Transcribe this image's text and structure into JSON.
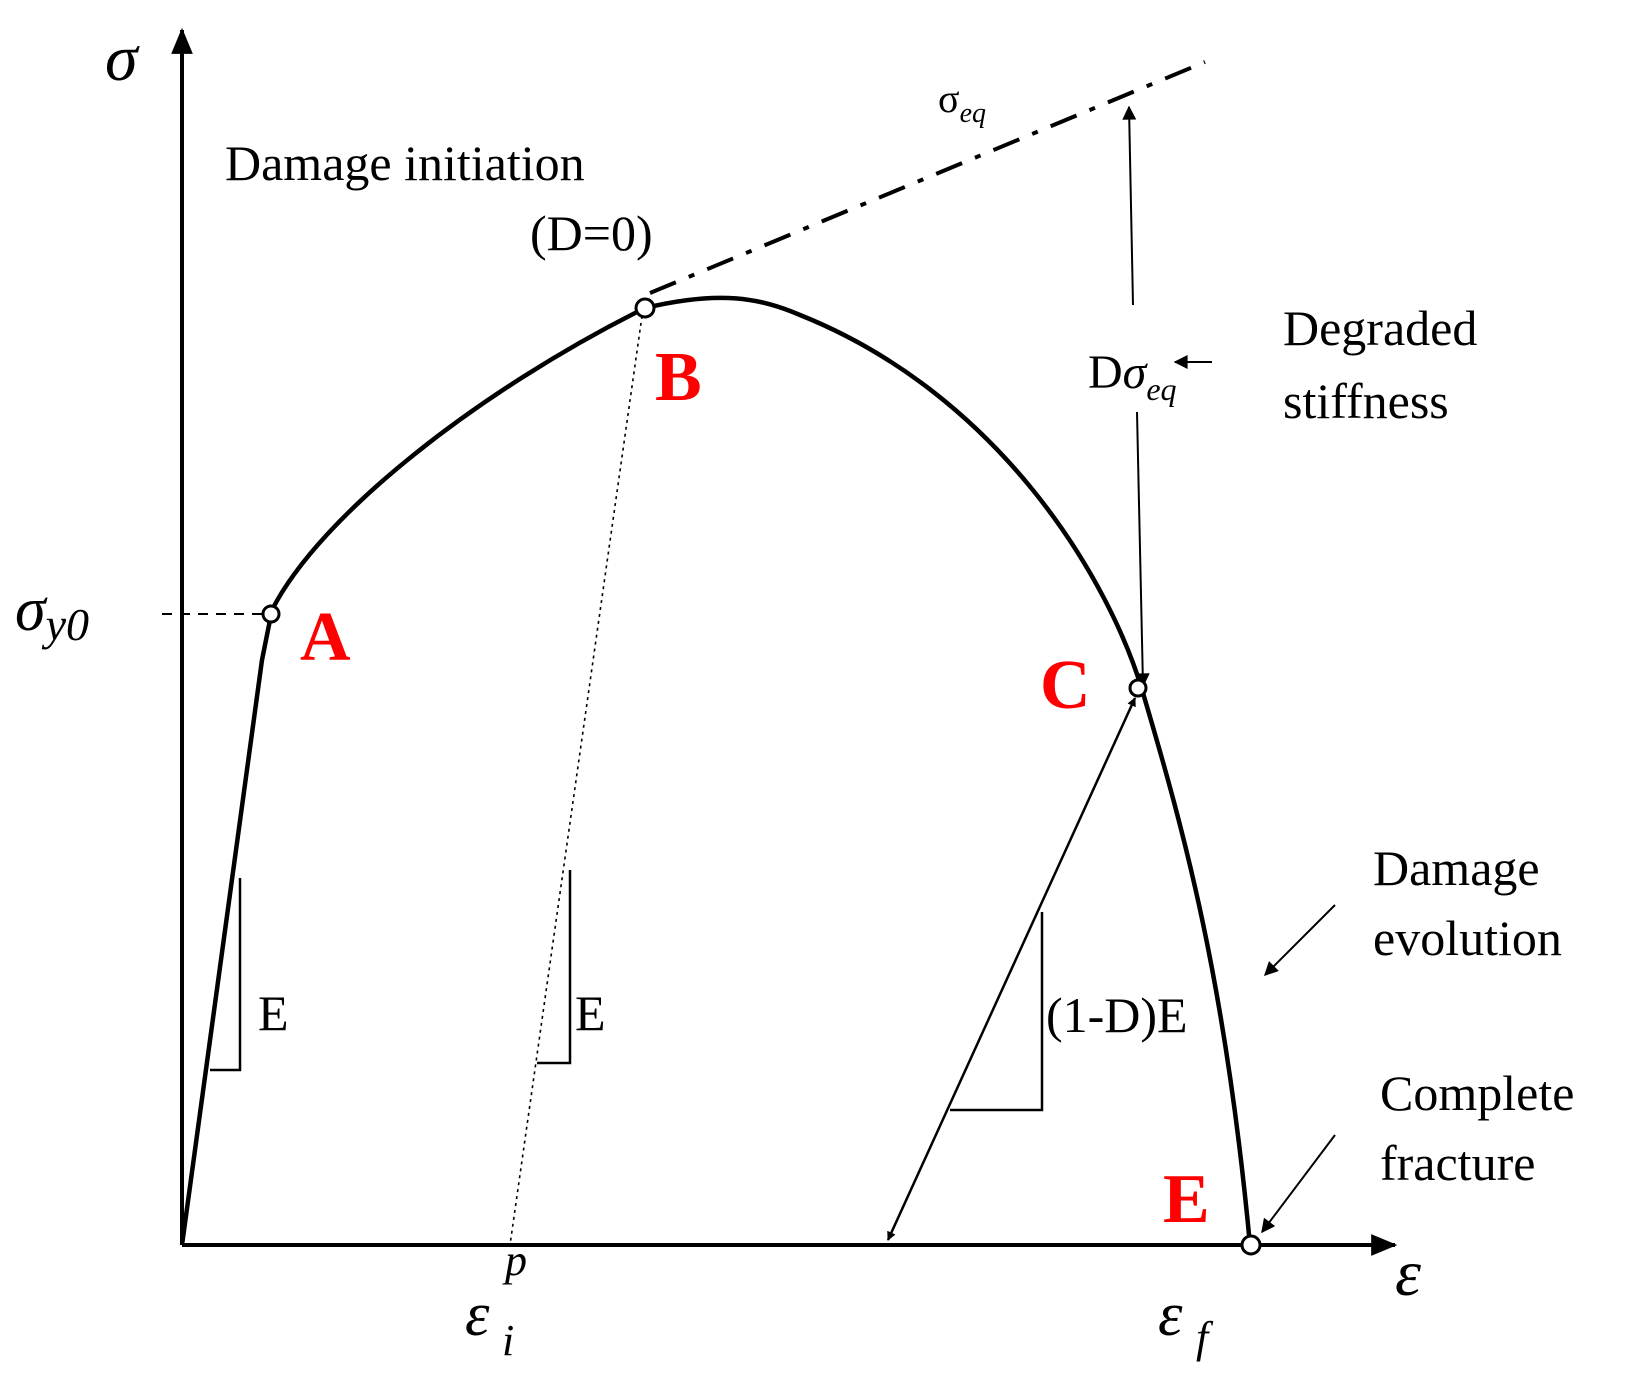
{
  "axes": {
    "y_symbol": "σ",
    "x_symbol": "ε"
  },
  "points": {
    "A": "A",
    "B": "B",
    "C": "C",
    "E": "E"
  },
  "labels": {
    "sigma_y0_main": "σ",
    "sigma_y0_sub": "y0",
    "eps_i_main": "ε",
    "eps_i_sub": "i",
    "eps_i_sup": "p",
    "eps_f_main": "ε",
    "eps_f_sub": "f",
    "sigma_eq_main": "σ",
    "sigma_eq_sub": "eq",
    "d_sigma_prefix": "D",
    "d_sigma_main": "σ",
    "d_sigma_sub": "eq",
    "damage_initiation": "Damage initiation",
    "d_zero": "(D=0)",
    "degraded_line1": "Degraded",
    "degraded_line2": "stiffness",
    "damage_evo_line1": "Damage",
    "damage_evo_line2": "evolution",
    "complete_line1": "Complete",
    "complete_line2": "fracture",
    "slope_e_1": "E",
    "slope_e_2": "E",
    "slope_degraded": "(1-D)E"
  },
  "colors": {
    "curve": "#000000",
    "point_label": "#ff0000"
  }
}
